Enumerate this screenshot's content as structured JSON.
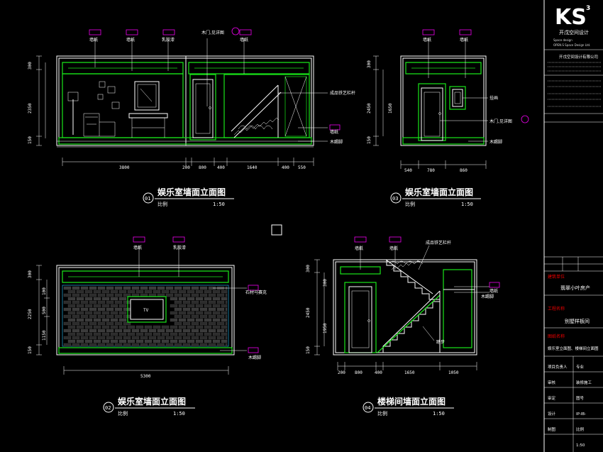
{
  "title_block": {
    "logo": "KS",
    "logo_sup": "3",
    "company": "开戊空间设计",
    "tagline": "Space design",
    "company_en": "OPEN.S Space Design Ltd.",
    "company_full": "开戊空间设计有限公司",
    "project_label": "建筑单位",
    "project_value": "翡翠小叶房产",
    "name_label": "工程名称",
    "name_value": "别墅样板间",
    "drawing_label": "图纸名称",
    "drawing_value": "娱乐室立面图、楼梯间立面图",
    "designer_label": "项目负责人",
    "check_label": "审核",
    "review_label": "审定",
    "design_label": "设计",
    "draw_label": "制图",
    "dept_label": "专业",
    "dept_value": "装修施工",
    "no_label": "图号",
    "no_value": "IP-IB-",
    "scale_label": "比例",
    "scale_value": "1:50"
  },
  "drawings": [
    {
      "num": "01",
      "title": "娱乐室墙面立面图",
      "scale_label": "比例",
      "scale": "1:50"
    },
    {
      "num": "03",
      "title": "娱乐室墙面立面图",
      "scale_label": "比例",
      "scale": "1:50"
    },
    {
      "num": "02",
      "title": "娱乐室墙面立面图",
      "scale_label": "比例",
      "scale": "1:50"
    },
    {
      "num": "04",
      "title": "楼梯间墙面立面图",
      "scale_label": "比例",
      "scale": "1:50"
    }
  ],
  "dims": {
    "d1_bottom": [
      "3800",
      "200",
      "800",
      "400",
      "1640",
      "400",
      "550"
    ],
    "d1_left": [
      "300",
      "2350",
      "150"
    ],
    "d3_bottom": [
      "540",
      "780",
      "860"
    ],
    "d3_left": [
      "300",
      "2450",
      "1650",
      "150"
    ],
    "d2_bottom": [
      "5300"
    ],
    "d2_left": [
      "300",
      "2250",
      "1150",
      "500",
      "100",
      "150"
    ],
    "d4_bottom": [
      "200",
      "800",
      "400",
      "1650",
      "1050"
    ],
    "d4_left": [
      "300",
      "300",
      "2450",
      "1950",
      "150"
    ]
  },
  "labels": {
    "d1_top": [
      "墙纸",
      "墙纸",
      "乳胶漆",
      "木门,见详图",
      "墙纸"
    ],
    "d1_right": [
      "成品铁艺栏杆",
      "墙纸",
      "木踢脚"
    ],
    "d3_top": [
      "墙纸",
      "墙纸"
    ],
    "d3_right": [
      "挂画",
      "木门,见详图",
      "木踢脚"
    ],
    "d2_top": [
      "墙纸",
      "乳胶漆"
    ],
    "d2_right": [
      "石材马赛克",
      "木踢脚"
    ],
    "d4_top": [
      "墙纸",
      "墙纸",
      "成品铁艺栏杆"
    ],
    "d4_right": [
      "墙纸",
      "木踢脚",
      "踏步"
    ]
  }
}
